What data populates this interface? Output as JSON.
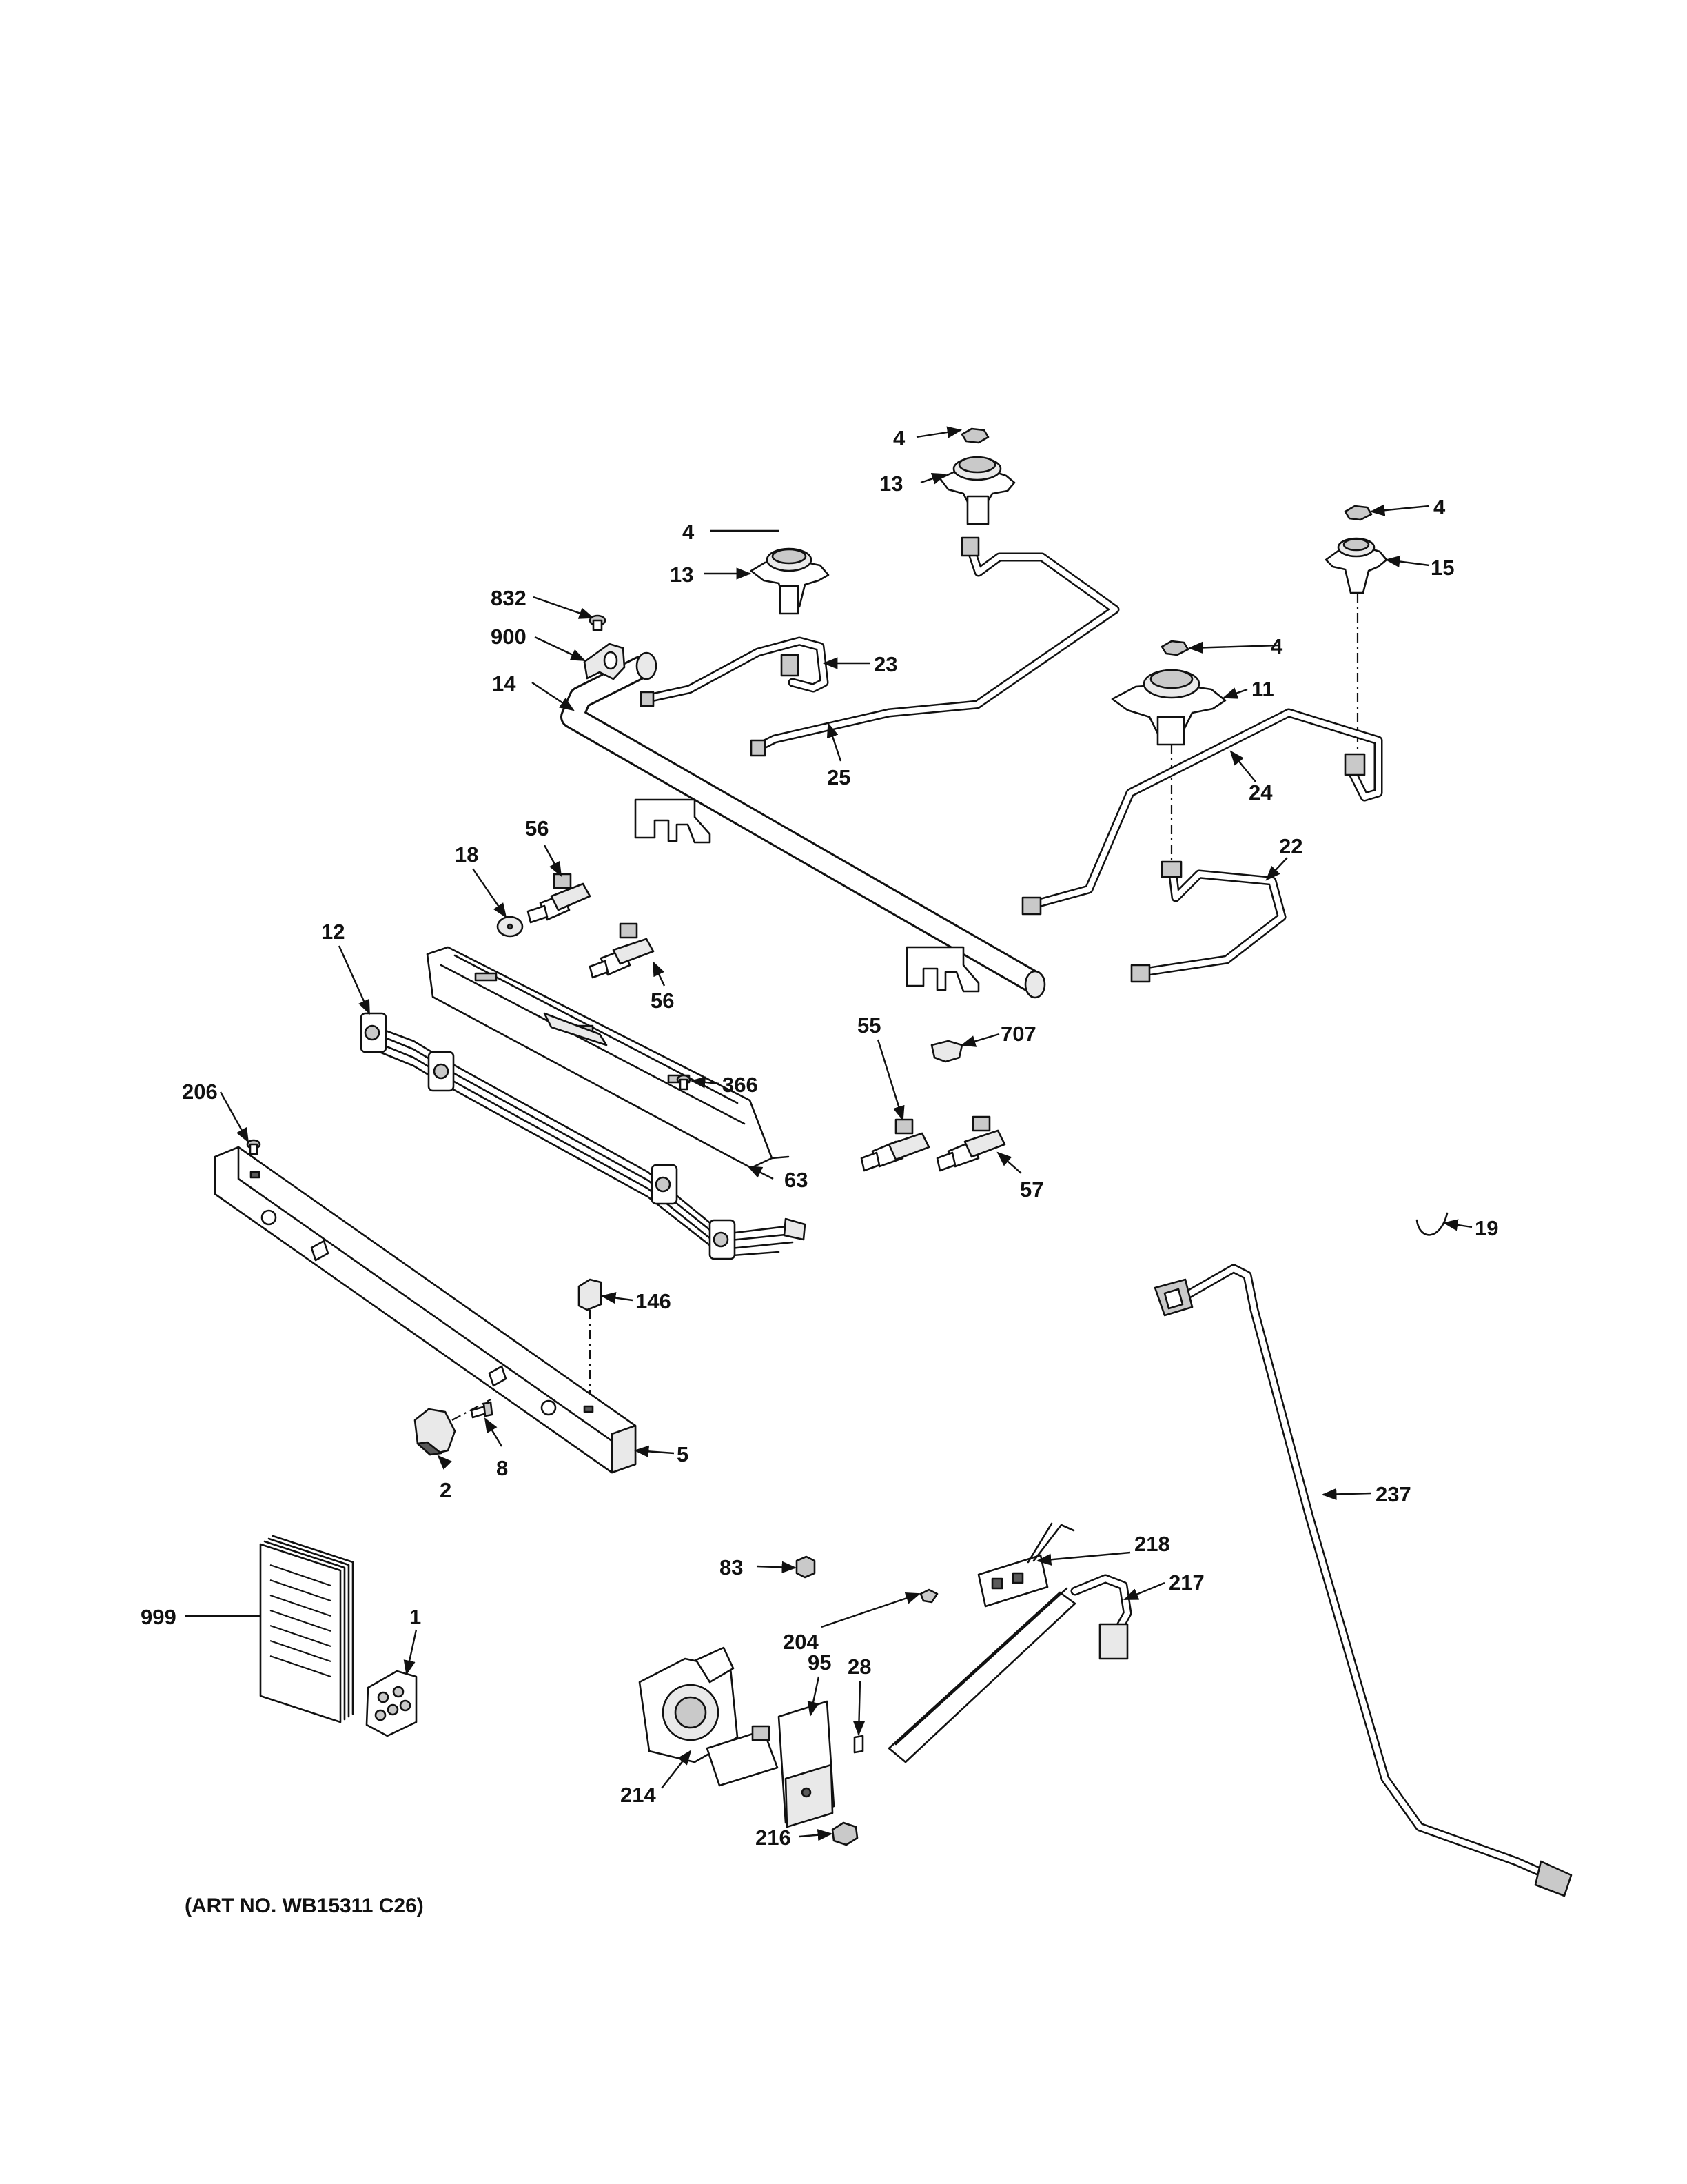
{
  "art_number": "(ART NO. WB15311 C26)",
  "callouts": [
    {
      "id": "c4a",
      "text": "4"
    },
    {
      "id": "c13a",
      "text": "13"
    },
    {
      "id": "c4b",
      "text": "4"
    },
    {
      "id": "c13b",
      "text": "13"
    },
    {
      "id": "c4c",
      "text": "4"
    },
    {
      "id": "c15",
      "text": "15"
    },
    {
      "id": "c832",
      "text": "832"
    },
    {
      "id": "c900",
      "text": "900"
    },
    {
      "id": "c23",
      "text": "23"
    },
    {
      "id": "c14",
      "text": "14"
    },
    {
      "id": "c25",
      "text": "25"
    },
    {
      "id": "c4d",
      "text": "4"
    },
    {
      "id": "c11",
      "text": "11"
    },
    {
      "id": "c24",
      "text": "24"
    },
    {
      "id": "c18",
      "text": "18"
    },
    {
      "id": "c56a",
      "text": "56"
    },
    {
      "id": "c56b",
      "text": "56"
    },
    {
      "id": "c22",
      "text": "22"
    },
    {
      "id": "c12",
      "text": "12"
    },
    {
      "id": "c55",
      "text": "55"
    },
    {
      "id": "c707",
      "text": "707"
    },
    {
      "id": "c366",
      "text": "366"
    },
    {
      "id": "c206",
      "text": "206"
    },
    {
      "id": "c63",
      "text": "63"
    },
    {
      "id": "c57",
      "text": "57"
    },
    {
      "id": "c19",
      "text": "19"
    },
    {
      "id": "c146",
      "text": "146"
    },
    {
      "id": "c5",
      "text": "5"
    },
    {
      "id": "c2",
      "text": "2"
    },
    {
      "id": "c8",
      "text": "8"
    },
    {
      "id": "c237",
      "text": "237"
    },
    {
      "id": "c218",
      "text": "218"
    },
    {
      "id": "c83",
      "text": "83"
    },
    {
      "id": "c217",
      "text": "217"
    },
    {
      "id": "c999",
      "text": "999"
    },
    {
      "id": "c1",
      "text": "1"
    },
    {
      "id": "c204",
      "text": "204"
    },
    {
      "id": "c95",
      "text": "95"
    },
    {
      "id": "c28",
      "text": "28"
    },
    {
      "id": "c214",
      "text": "214"
    },
    {
      "id": "c216",
      "text": "216"
    }
  ]
}
